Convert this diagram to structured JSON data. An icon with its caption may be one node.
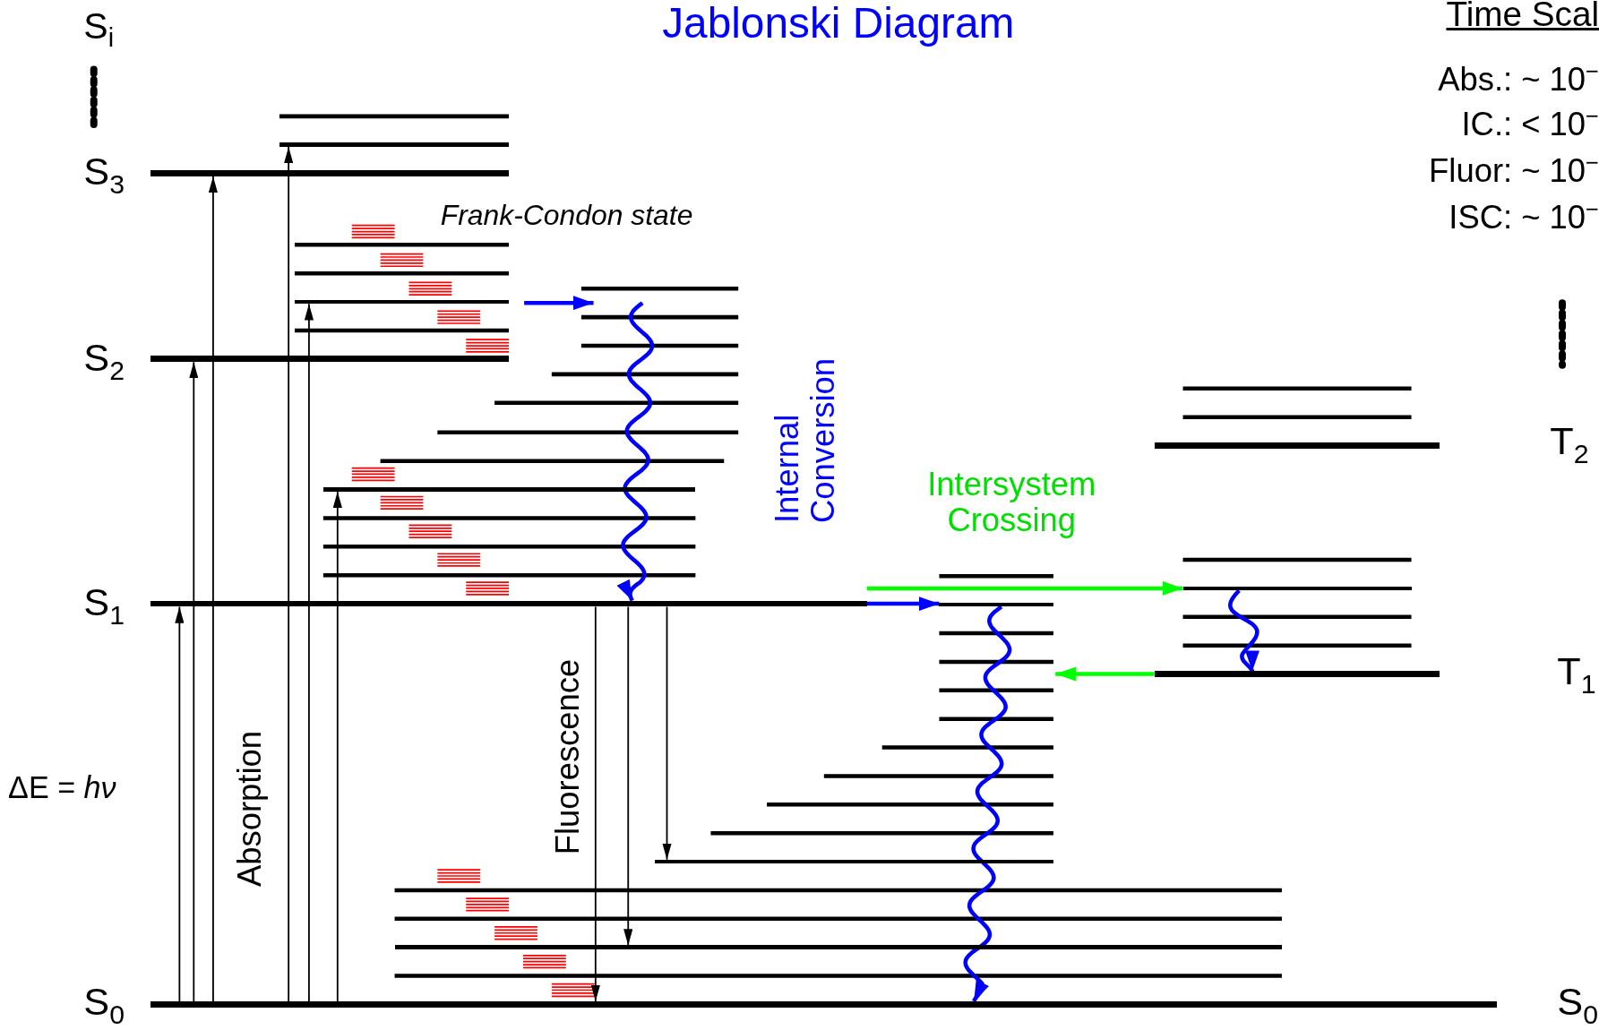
{
  "diagram": {
    "title": "Jablonski Diagram",
    "nodes": [
      {
        "text": [],
        "shape": "bar",
        "beside": [
          "S$_{0}$",
          "S$_{0}$"
        ]
      },
      {
        "text": [],
        "shape": "bar",
        "beside": [
          "S$_{1}$"
        ]
      },
      {
        "text": [],
        "shape": "bar",
        "beside": [
          "S$_{2}$"
        ]
      },
      {
        "text": [],
        "shape": "bar",
        "beside": [
          "S$_{3}$"
        ]
      },
      {
        "text": [],
        "shape": "bar",
        "beside": [
          "T$_{1}$"
        ]
      },
      {
        "text": [],
        "shape": "bar",
        "beside": [
          "T$_{2}$"
        ]
      },
      {
        "text": [],
        "shape": "bar"
      },
      {
        "text": [],
        "shape": "bar"
      },
      {
        "text": [],
        "shape": "bar"
      },
      {
        "text": [],
        "shape": "bar"
      },
      {
        "text": [],
        "shape": "bar"
      },
      {
        "text": [],
        "shape": "bar"
      },
      {
        "text": [],
        "shape": "bar"
      }
    ],
    "edges": [
      {
        "from": 0,
        "to": 1,
        "arrow": "to"
      },
      {
        "from": 0,
        "to": 2,
        "arrow": "to"
      },
      {
        "from": 0,
        "to": 3,
        "arrow": "to"
      },
      {
        "from": 0,
        "to": 6,
        "arrow": "to"
      },
      {
        "from": 0,
        "to": 7,
        "arrow": "to"
      },
      {
        "from": 0,
        "to": 8,
        "arrow": "to"
      },
      {
        "from": 1,
        "to": 0,
        "arrow": "to"
      },
      {
        "from": 1,
        "to": 9,
        "arrow": "to"
      },
      {
        "from": 1,
        "to": 10,
        "arrow": "to"
      },
      {
        "from": null,
        "to": 1,
        "arrow": "to",
        "style": "thick",
        "color": "#0000ff"
      },
      {
        "from": 1,
        "to": 11,
        "arrow": "to",
        "style": "thick",
        "color": "#0000ff"
      },
      {
        "from": 11,
        "to": 0,
        "arrow": "to",
        "style": "thick",
        "color": "#0000ff"
      },
      {
        "from": 4,
        "to": null,
        "arrow": "to",
        "style": "thick",
        "color": "#00ff00"
      },
      {
        "from": 12,
        "to": 4,
        "arrow": "to",
        "style": "thick",
        "color": "#0000ff"
      },
      {
        "from": 1,
        "to": 12,
        "arrow": "to",
        "style": "thick",
        "color": "#00ff00"
      }
    ],
    "labels": [
      "S$_{i}$",
      "Time Scal",
      "Abs.: ~ 10$^{−}$",
      "IC.: < 10$^{−}$",
      "Fluor: ~ 10$^{−}$",
      "ISC: ~ 10$^{−}$",
      "Frank-Condon state",
      "Internal Conversion",
      "Intersystem Crossing",
      "ΔE = *hν*",
      "Absorption",
      "Fluorescence"
    ]
  }
}
